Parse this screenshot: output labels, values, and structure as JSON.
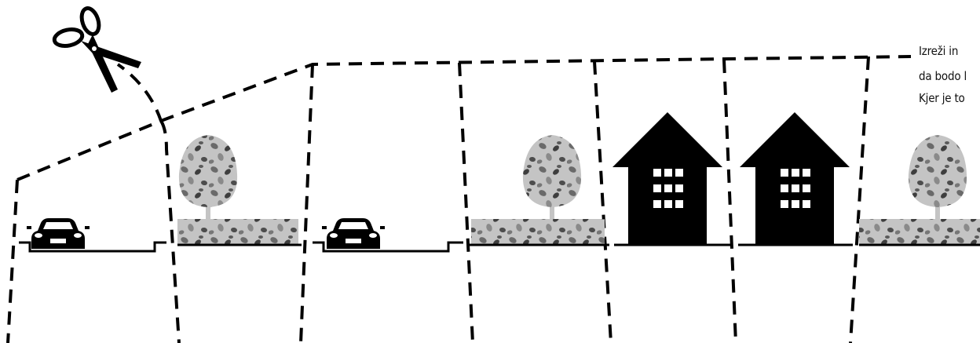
{
  "instructions": {
    "line1": "Izreži in",
    "line2": "da bodo l",
    "line3": "Kjer je to"
  },
  "colors": {
    "ink": "#000000",
    "foliage": "#bdbdbd",
    "foliage_dark": "#555555",
    "background": "#ffffff"
  },
  "icons": {
    "cutting_tool": "scissors-icon",
    "vehicle": "car-icon",
    "building": "house-icon",
    "tree": "tree-icon",
    "hedge": "hedge-icon"
  }
}
